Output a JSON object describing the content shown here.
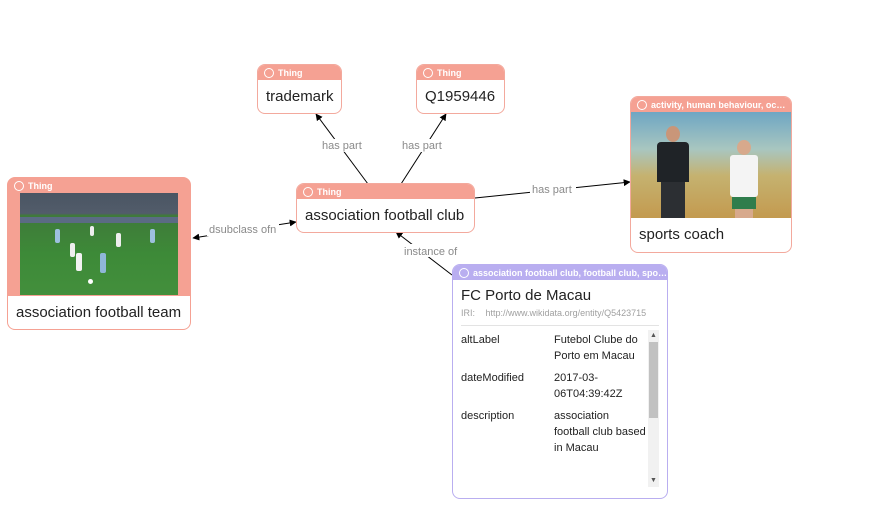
{
  "nodes": {
    "trademark": {
      "type": "Thing",
      "label": "trademark"
    },
    "q1959446": {
      "type": "Thing",
      "label": "Q1959446"
    },
    "sports_coach": {
      "type": "activity, human behaviour, oc…",
      "label": "sports coach"
    },
    "association_football_club": {
      "type": "Thing",
      "label": "association football club"
    },
    "association_football_team": {
      "type": "Thing",
      "label": "association football team"
    },
    "fc_porto_de_macau": {
      "type": "association football club, football club, spo…",
      "label": "FC Porto de Macau",
      "iri_label": "IRI:",
      "iri": "http://www.wikidata.org/entity/Q5423715",
      "properties": [
        {
          "key": "altLabel",
          "value": "Futebol Clube do Porto em Macau"
        },
        {
          "key": "dateModified",
          "value": "2017-03-06T04:39:42Z"
        },
        {
          "key": "description",
          "value": "association football club based in Macau"
        }
      ]
    }
  },
  "edges": {
    "has_part_trademark": "has part",
    "has_part_q1959446": "has part",
    "has_part_sports_coach": "has part",
    "subclass_of": "dsubclass ofn",
    "instance_of": "instance of"
  },
  "colors": {
    "thing_header": "#f5a193",
    "thing_border": "#f3a99d",
    "instance_header": "#b9aef0",
    "edge": "#000000",
    "edge_label": "#8a8a8a"
  }
}
